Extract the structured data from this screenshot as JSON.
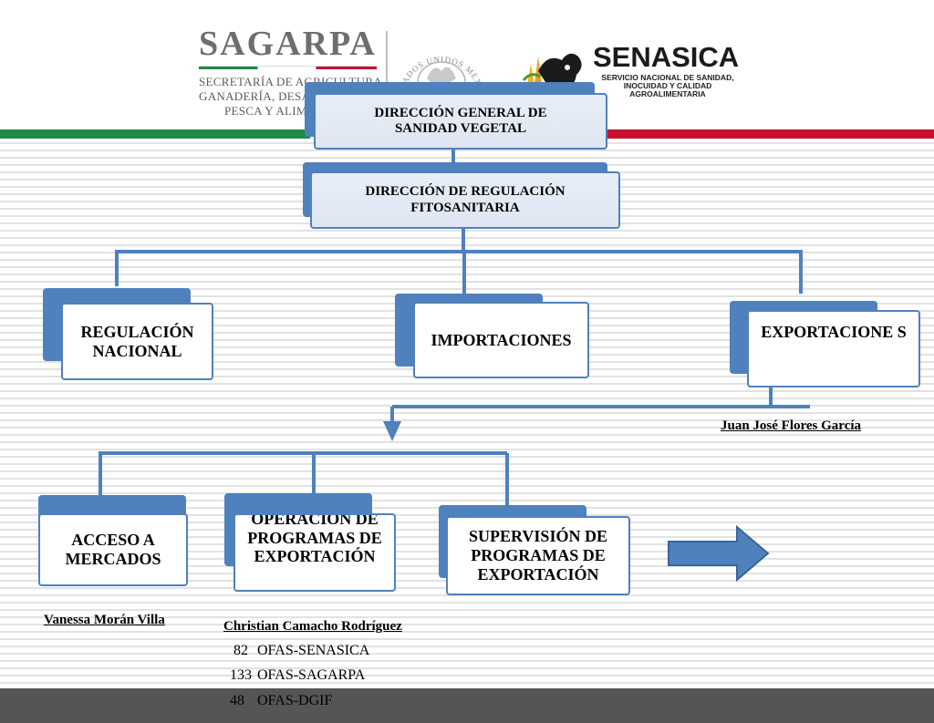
{
  "header": {
    "sagarpa": {
      "name": "SAGARPA",
      "lines": [
        "SECRETARÍA DE AGRICULTURA,",
        "GANADERÍA, DESARROLLO RURAL,",
        "PESCA Y ALIMENTACIÓN"
      ]
    },
    "seal_text": "ESTADOS UNIDOS MEXICANOS",
    "senasica": {
      "name": "SENASICA",
      "subtitle": "SERVICIO NACIONAL DE SANIDAD, INOCUIDAD Y CALIDAD AGROALIMENTARIA"
    }
  },
  "orgchart": {
    "top": "DIRECCIÓN GENERAL DE SANIDAD VEGETAL",
    "second": "DIRECCIÓN DE REGULACIÓN FITOSANITARIA",
    "level3": [
      {
        "label": "REGULACIÓN NACIONAL"
      },
      {
        "label": "IMPORTACIONES"
      },
      {
        "label": "EXPORTACIONE S"
      }
    ],
    "level4": [
      {
        "label": "ACCESO A MERCADOS"
      },
      {
        "label": "OPERACIÓN DE PROGRAMAS DE EXPORTACIÓN"
      },
      {
        "label": "SUPERVISIÓN DE PROGRAMAS DE EXPORTACIÓN"
      }
    ]
  },
  "people": {
    "exportaciones_head": "Juan José Flores García",
    "acceso_head": "Vanessa Morán Villa",
    "operacion_head": "Christian Camacho Rodríguez"
  },
  "counts": [
    {
      "number": "82",
      "label": "OFAS-SENASICA"
    },
    {
      "number": "133",
      "label": "OFAS-SAGARPA"
    },
    {
      "number": "48",
      "label": "OFAS-DGIF"
    }
  ],
  "colors": {
    "node_blue": "#4f81bd",
    "green": "#1f8a45",
    "red": "#c8102e"
  }
}
